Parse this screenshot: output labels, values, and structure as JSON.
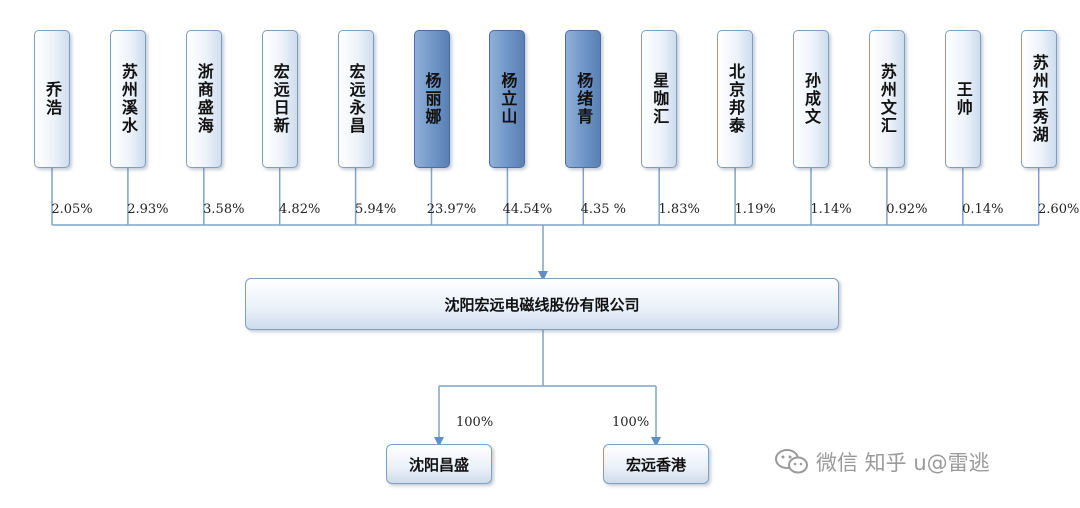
{
  "shareholders": [
    {
      "name": "乔浩",
      "percent": "2.05%",
      "major": false
    },
    {
      "name": "苏州溪水",
      "percent": "2.93%",
      "major": false
    },
    {
      "name": "浙商盛海",
      "percent": "3.58%",
      "major": false
    },
    {
      "name": "宏远日新",
      "percent": "4.82%",
      "major": false
    },
    {
      "name": "宏远永昌",
      "percent": "5.94%",
      "major": false
    },
    {
      "name": "杨丽娜",
      "percent": "23.97%",
      "major": true
    },
    {
      "name": "杨立山",
      "percent": "44.54%",
      "major": true
    },
    {
      "name": "杨绪青",
      "percent": "4.35 %",
      "major": true
    },
    {
      "name": "星咖汇",
      "percent": "1.83%",
      "major": false
    },
    {
      "name": "北京邦泰",
      "percent": "1.19%",
      "major": false
    },
    {
      "name": "孙成文",
      "percent": "1.14%",
      "major": false
    },
    {
      "name": "苏州文汇",
      "percent": "0.92%",
      "major": false
    },
    {
      "name": "王帅",
      "percent": "0.14%",
      "major": false
    },
    {
      "name": "苏州环秀湖",
      "percent": "2.60%",
      "major": false
    }
  ],
  "company": {
    "name": "沈阳宏远电磁线股份有限公司"
  },
  "subsidiaries": [
    {
      "name": "沈阳昌盛",
      "percent": "100%"
    },
    {
      "name": "宏远香港",
      "percent": "100%"
    }
  ],
  "watermark": {
    "text": "微信 知乎 u@雷逃",
    "icon": "wechat-icon"
  },
  "colors": {
    "line": "#7fa3c8",
    "major_fill": "#6f95c6",
    "box_border": "#7f9fbf"
  }
}
